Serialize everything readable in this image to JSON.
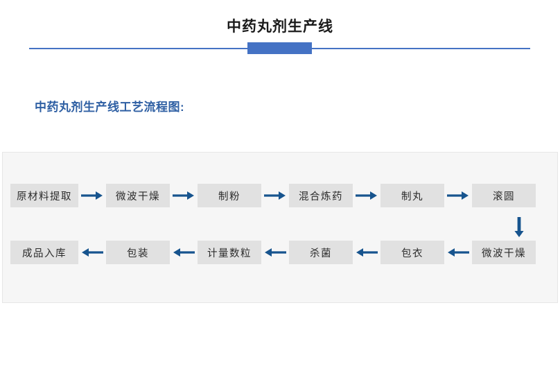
{
  "header": {
    "title": "中药丸剂生产线",
    "divider_color": "#4472c4"
  },
  "section": {
    "heading": "中药丸剂生产线工艺流程图:",
    "heading_color": "#2e5fa3"
  },
  "flowchart": {
    "panel_background": "#f6f6f6",
    "node_background": "#e1e1e1",
    "node_text_color": "#2b2b2b",
    "arrow_color": "#17548e",
    "row1_direction": "left-to-right",
    "row2_direction": "right-to-left",
    "connector": "down-arrow",
    "row1": [
      {
        "label": "原材料提取"
      },
      {
        "label": "微波干燥"
      },
      {
        "label": "制粉"
      },
      {
        "label": "混合炼药"
      },
      {
        "label": "制丸"
      },
      {
        "label": "滚圆"
      }
    ],
    "row2": [
      {
        "label": "成品入库"
      },
      {
        "label": "包装"
      },
      {
        "label": "计量数粒"
      },
      {
        "label": "杀菌"
      },
      {
        "label": "包衣"
      },
      {
        "label": "微波干燥"
      }
    ],
    "sequence": [
      "原材料提取",
      "微波干燥",
      "制粉",
      "混合炼药",
      "制丸",
      "滚圆",
      "微波干燥",
      "包衣",
      "杀菌",
      "计量数粒",
      "包装",
      "成品入库"
    ]
  }
}
